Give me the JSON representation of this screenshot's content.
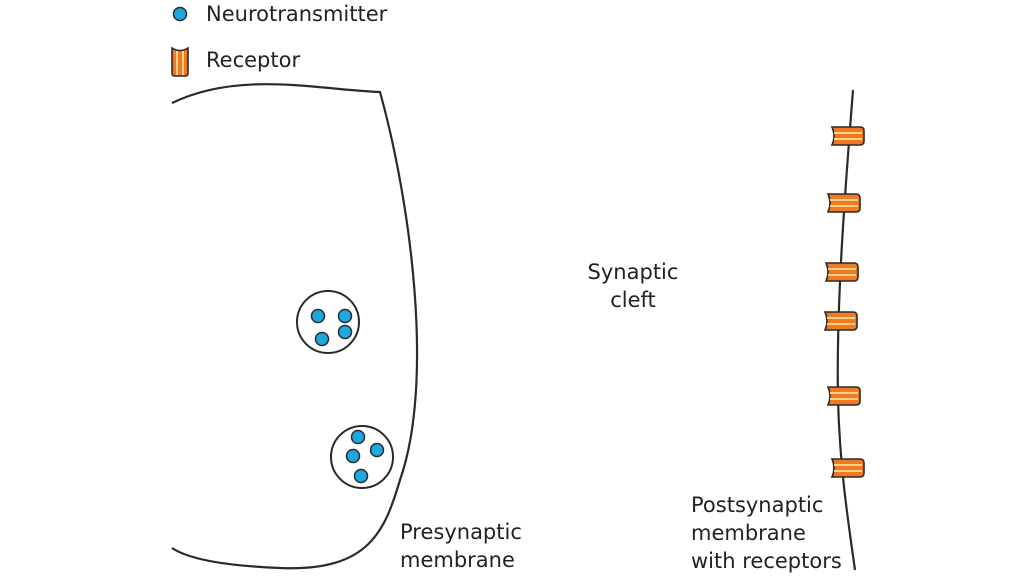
{
  "legend": {
    "neurotransmitter_label": "Neurotransmitter",
    "receptor_label": "Receptor",
    "neurotransmitter_icon": "blue-circle-icon",
    "receptor_icon": "orange-receptor-icon"
  },
  "labels": {
    "synaptic_cleft": [
      "Synaptic",
      "cleft"
    ],
    "presynaptic": [
      "Presynaptic",
      "membrane"
    ],
    "postsynaptic": [
      "Postsynaptic",
      "membrane",
      "with receptors"
    ]
  },
  "colors": {
    "outline": "#2a2a2a",
    "neurotransmitter_fill": "#1ea8e0",
    "receptor_fill": "#f07a22",
    "receptor_stripe": "#ffd08a",
    "text": "#222222"
  }
}
